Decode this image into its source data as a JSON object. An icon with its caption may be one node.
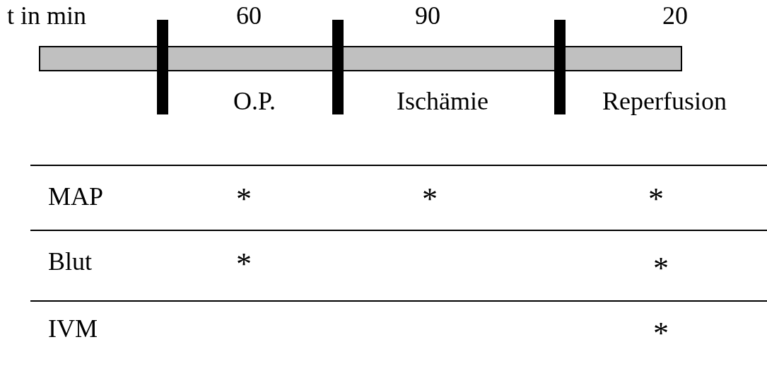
{
  "diagram": {
    "labels": [
      "t in min",
      "60",
      "90",
      "20",
      "O.P.",
      "Ischämie",
      "Reperfusion",
      "MAP",
      "*",
      "*",
      "*",
      "Blut",
      "*",
      "*",
      "IVM",
      "*"
    ]
  }
}
